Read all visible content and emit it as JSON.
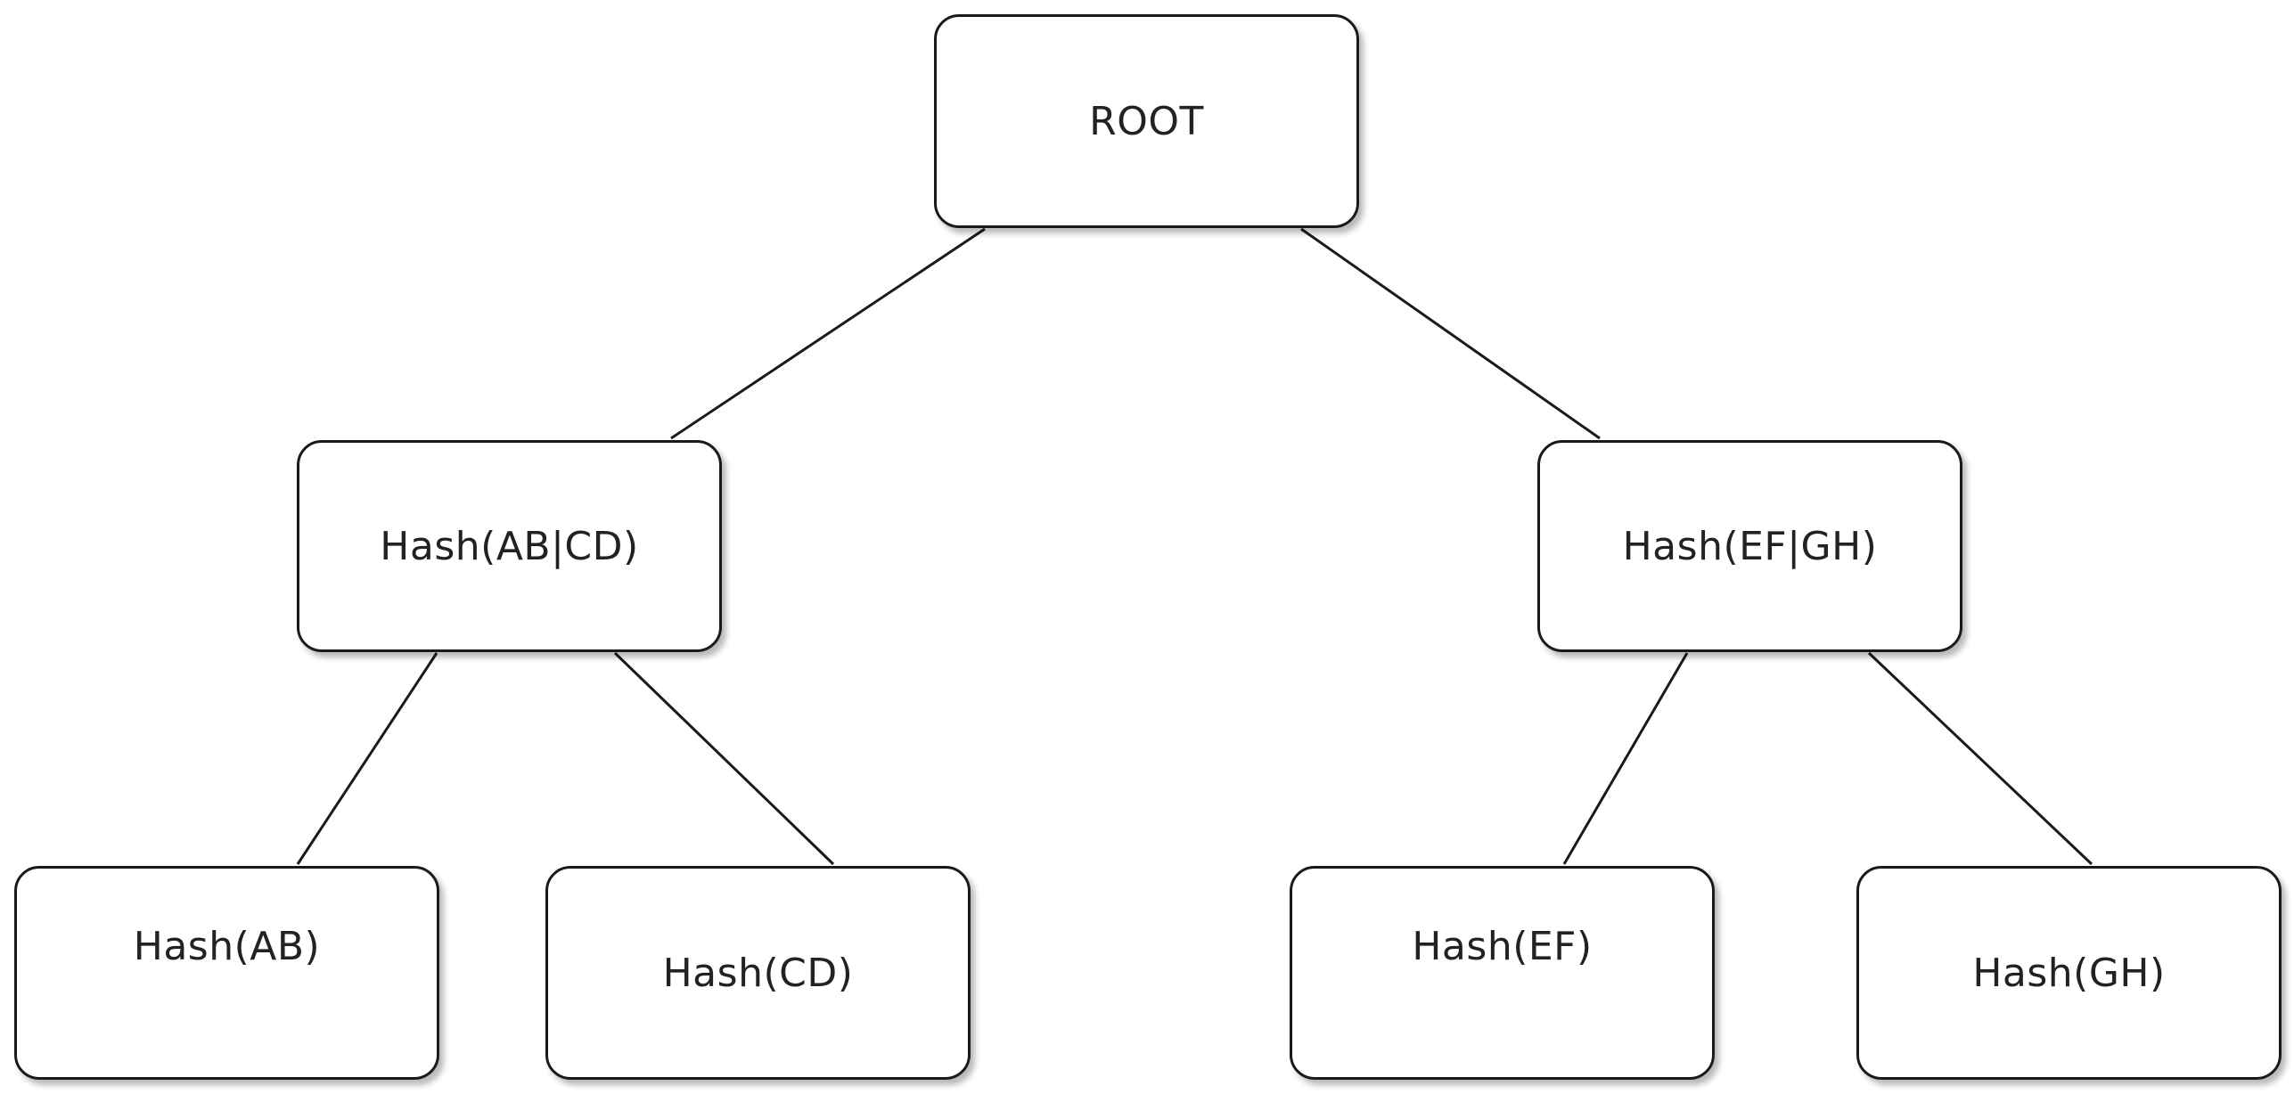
{
  "diagram": {
    "type": "tree",
    "nodes": [
      {
        "id": "root",
        "label": "ROOT"
      },
      {
        "id": "abcd",
        "label": "Hash(AB|CD)"
      },
      {
        "id": "efgh",
        "label": "Hash(EF|GH)"
      },
      {
        "id": "ab",
        "label": "Hash(AB)"
      },
      {
        "id": "cd",
        "label": "Hash(CD)"
      },
      {
        "id": "ef",
        "label": "Hash(EF)"
      },
      {
        "id": "gh",
        "label": "Hash(GH)"
      }
    ],
    "edges": [
      {
        "from": "root",
        "to": "abcd"
      },
      {
        "from": "root",
        "to": "efgh"
      },
      {
        "from": "abcd",
        "to": "ab"
      },
      {
        "from": "abcd",
        "to": "cd"
      },
      {
        "from": "efgh",
        "to": "ef"
      },
      {
        "from": "efgh",
        "to": "gh"
      }
    ]
  }
}
